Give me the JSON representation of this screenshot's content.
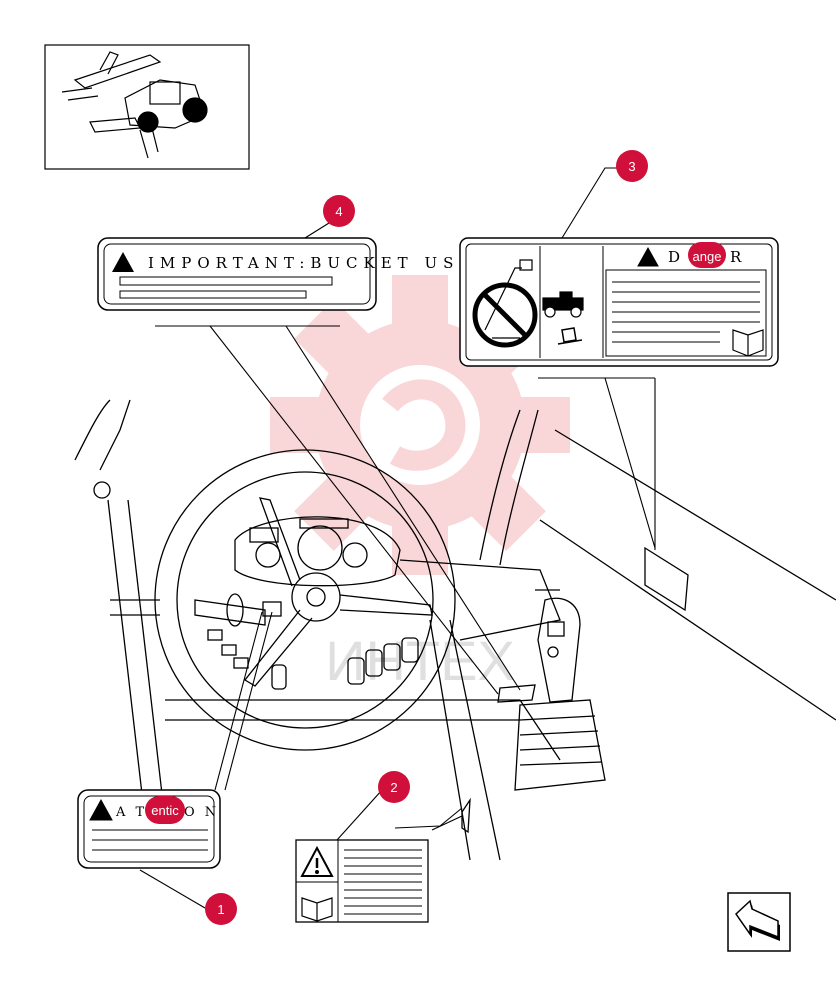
{
  "callouts": [
    {
      "id": "callout-1",
      "number": "1"
    },
    {
      "id": "callout-2",
      "number": "2"
    },
    {
      "id": "callout-3",
      "number": "3"
    },
    {
      "id": "callout-4",
      "number": "4"
    }
  ],
  "decals": {
    "bucket_use": {
      "text": "IMPORTANT:BUCKET USE"
    },
    "danger": {
      "text_a": "D A",
      "text_overlay": "ange",
      "text_b": "R"
    },
    "attention": {
      "text_a": "A T T",
      "text_overlay": "entic",
      "text_b": "O N"
    }
  },
  "watermark": {
    "text": "ИНТЕХ",
    "color": "#e0202a"
  },
  "colors": {
    "callout": "#d0103a",
    "line": "#000000"
  },
  "nav": {
    "icon": "next-page-arrow-icon"
  }
}
